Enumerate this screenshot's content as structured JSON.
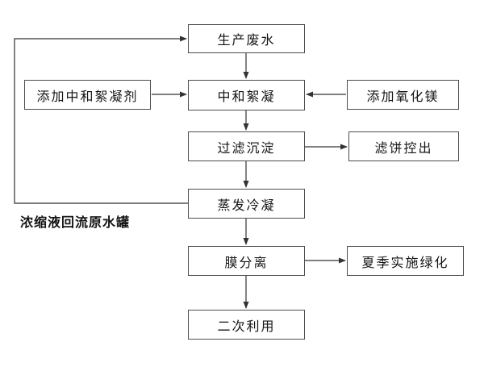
{
  "diagram": {
    "title": "wastewater-treatment-flowchart",
    "line_color": "#333333",
    "border_color": "#4d4d4d",
    "background_color": "#ffffff"
  },
  "nodes": {
    "production_wastewater": {
      "label": "生产废水"
    },
    "add_flocculant": {
      "label": "添加中和絮凝剂"
    },
    "neutralization": {
      "label": "中和絮凝"
    },
    "add_magnesium_oxide": {
      "label": "添加氧化镁"
    },
    "filtration": {
      "label": "过滤沉淀"
    },
    "filter_cake_out": {
      "label": "滤饼控出"
    },
    "evaporation": {
      "label": "蒸发冷凝"
    },
    "membrane_separation": {
      "label": "膜分离"
    },
    "summer_greening": {
      "label": "夏季实施绿化"
    },
    "secondary_reuse": {
      "label": "二次利用"
    }
  },
  "annotations": {
    "recycle_label": "浓缩液回流原水罐"
  }
}
